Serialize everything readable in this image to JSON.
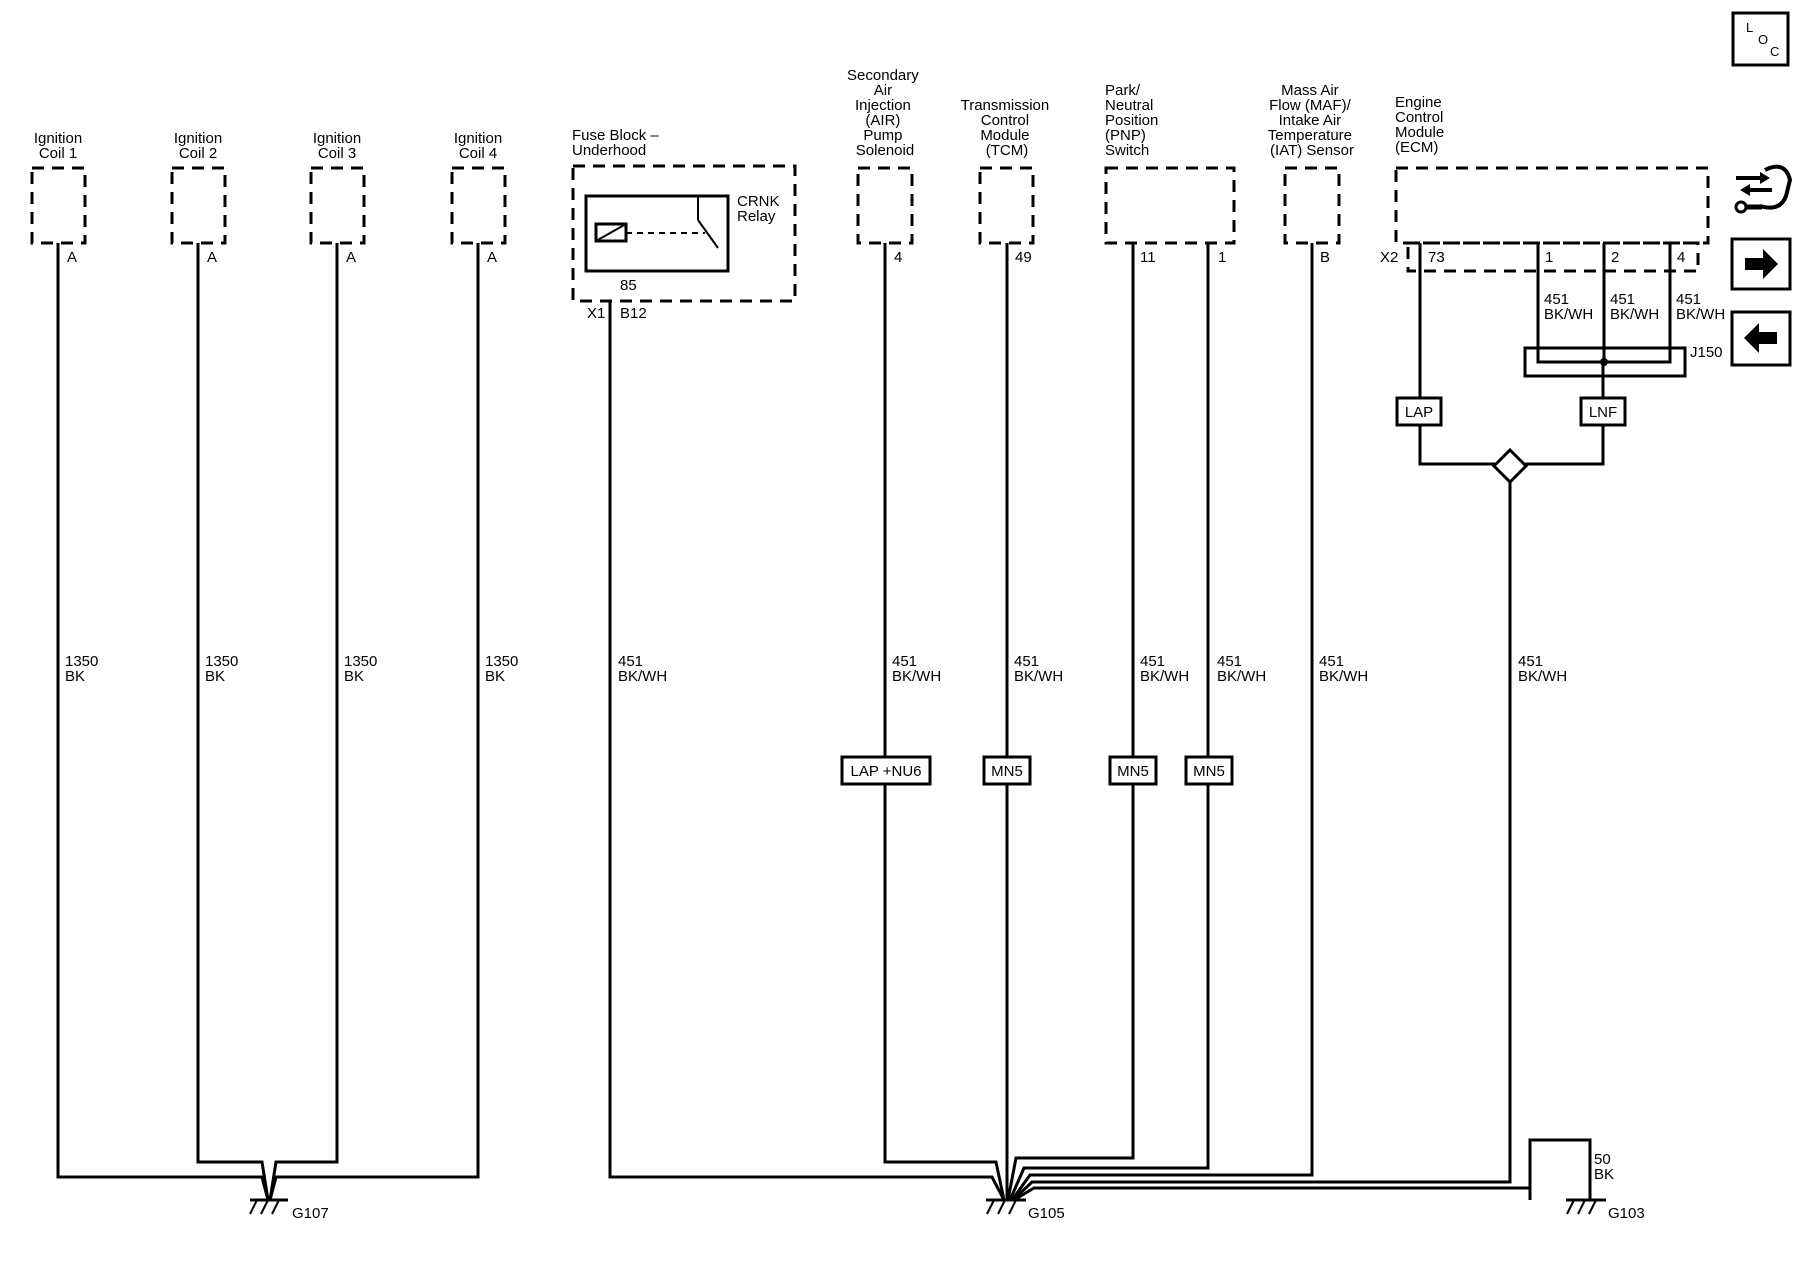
{
  "components": {
    "ign1": {
      "name_lines": [
        "Ignition",
        "Coil 1"
      ],
      "pin": "A"
    },
    "ign2": {
      "name_lines": [
        "Ignition",
        "Coil 2"
      ],
      "pin": "A"
    },
    "ign3": {
      "name_lines": [
        "Ignition",
        "Coil 3"
      ],
      "pin": "A"
    },
    "ign4": {
      "name_lines": [
        "Ignition",
        "Coil 4"
      ],
      "pin": "A"
    },
    "fuse": {
      "name_lines": [
        "Fuse Block –",
        "Underhood"
      ],
      "relay_lines": [
        "CRNK",
        "Relay"
      ],
      "relay_pin": "85",
      "connector": "X1",
      "pin": "B12"
    },
    "air": {
      "name_lines": [
        "Secondary",
        "Air",
        "Injection",
        "(AIR)",
        "Pump",
        "Solenoid"
      ],
      "pin": "4"
    },
    "tcm": {
      "name_lines": [
        "Transmission",
        "Control",
        "Module",
        "(TCM)"
      ],
      "pin": "49"
    },
    "pnp": {
      "name_lines": [
        "Park/",
        "Neutral",
        "Position",
        "(PNP)",
        "Switch"
      ],
      "pins": [
        "11",
        "1"
      ]
    },
    "maf": {
      "name_lines": [
        "Mass Air",
        "Flow (MAF)/",
        "Intake Air",
        "Temperature",
        "(IAT) Sensor"
      ],
      "pin": "B"
    },
    "ecm": {
      "name_lines": [
        "Engine",
        "Control",
        "Module",
        "(ECM)"
      ],
      "connector": "X2",
      "pins": [
        "73",
        "1",
        "2",
        "4"
      ]
    }
  },
  "wires": {
    "ign1": [
      "1350",
      "BK"
    ],
    "ign2": [
      "1350",
      "BK"
    ],
    "ign3": [
      "1350",
      "BK"
    ],
    "ign4": [
      "1350",
      "BK"
    ],
    "fuse": [
      "451",
      "BK/WH"
    ],
    "air": [
      "451",
      "BK/WH"
    ],
    "tcm": [
      "451",
      "BK/WH"
    ],
    "pnp1": [
      "451",
      "BK/WH"
    ],
    "pnp2": [
      "451",
      "BK/WH"
    ],
    "maf": [
      "451",
      "BK/WH"
    ],
    "ecm_main": [
      "451",
      "BK/WH"
    ],
    "ecm1": [
      "451",
      "BK/WH"
    ],
    "ecm2": [
      "451",
      "BK/WH"
    ],
    "ecm4": [
      "451",
      "BK/WH"
    ],
    "g103": [
      "50",
      "BK"
    ]
  },
  "options": {
    "air": "LAP +NU6",
    "tcm": "MN5",
    "pnp1": "MN5",
    "pnp2": "MN5",
    "lap": "LAP",
    "lnf": "LNF"
  },
  "splice": "J150",
  "grounds": {
    "g107": "G107",
    "g105": "G105",
    "g103": "G103"
  },
  "nav": {
    "loc_letters": [
      "L",
      "O",
      "C"
    ],
    "icons": [
      "loc-icon",
      "connector-info-icon",
      "next-page-icon",
      "previous-page-icon"
    ]
  }
}
